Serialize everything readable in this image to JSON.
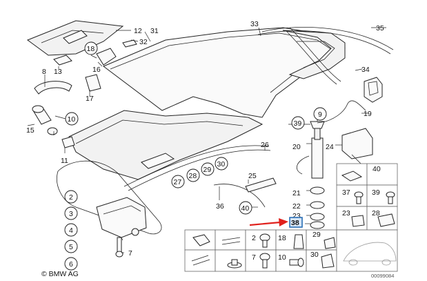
{
  "labels": {
    "l2": "2",
    "l3": "3",
    "l4": "4",
    "l5": "5",
    "l6": "6",
    "l7": "7",
    "l8": "8",
    "l9": "9",
    "l10": "10",
    "l11": "11",
    "l12": "12",
    "l13": "13",
    "l15": "15",
    "l16": "16",
    "l17": "17",
    "l18": "18",
    "l19": "19",
    "l20": "20",
    "l21": "21",
    "l22": "22",
    "l23": "23",
    "l24": "24",
    "l25": "25",
    "l26": "26",
    "l27": "27",
    "l28": "28",
    "l29": "29",
    "l30": "30",
    "l31": "31",
    "l32": "32",
    "l33": "33",
    "l34": "34",
    "l35": "35",
    "l36": "36",
    "l37": "37",
    "l38": "38",
    "l39": "39",
    "l40": "40",
    "g2": "2",
    "g7": "7",
    "g10": "10",
    "g18": "18",
    "g23": "23",
    "g28": "28",
    "g29": "29",
    "g30": "30",
    "g37": "37",
    "g39": "39",
    "g40": "40"
  },
  "highlighted_part": "38",
  "copyright": "© BMW AG",
  "diagram_id": "00099084",
  "colors": {
    "arrow": "#e0211d",
    "highlight": "#2a6fb5"
  }
}
